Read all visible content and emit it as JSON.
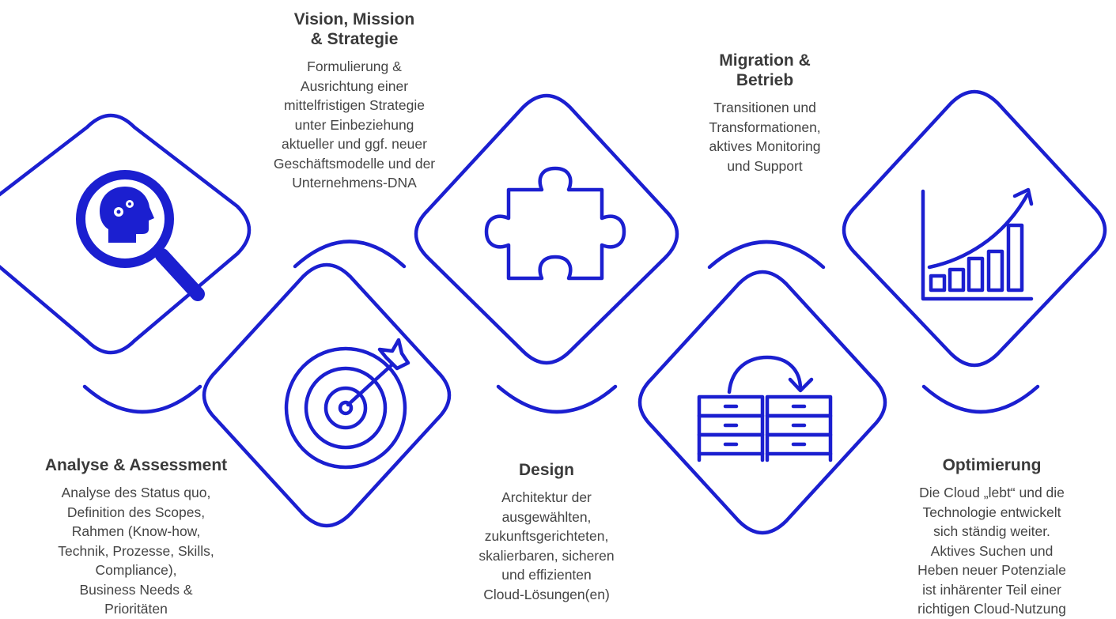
{
  "colors": {
    "accent": "#1b1fd0",
    "title": "#3a3a3a",
    "text": "#444444"
  },
  "stages": [
    {
      "title": "Analyse & Assessment",
      "description": "Analyse des Status quo,\nDefinition des Scopes,\nRahmen (Know-how,\nTechnik, Prozesse, Skills,\nCompliance),\nBusiness Needs &\nPrioritäten",
      "icon": "head-magnifier-icon"
    },
    {
      "title": "Vision, Mission\n& Strategie",
      "description": "Formulierung &\nAusrichtung einer\nmittelfristigen Strategie\nunter Einbeziehung\naktueller und ggf. neuer\nGeschäftsmodelle und der\nUnternehmens-DNA",
      "icon": "target-arrow-icon"
    },
    {
      "title": "Design",
      "description": "Architektur der\nausgewählten,\nzukunftsgerichteten,\nskalierbaren, sicheren\nund effizienten\nCloud-Lösungen(en)",
      "icon": "puzzle-piece-icon"
    },
    {
      "title": "Migration &\nBetrieb",
      "description": "Transitionen und\nTransformationen,\naktives Monitoring\nund Support",
      "icon": "server-migration-icon"
    },
    {
      "title": "Optimierung",
      "description": "Die Cloud „lebt“ und die\nTechnologie entwickelt\nsich ständig weiter.\nAktives Suchen und\nHeben neuer Potenziale\nist inhärenter Teil einer\nrichtigen Cloud-Nutzung",
      "icon": "growth-chart-icon"
    }
  ]
}
